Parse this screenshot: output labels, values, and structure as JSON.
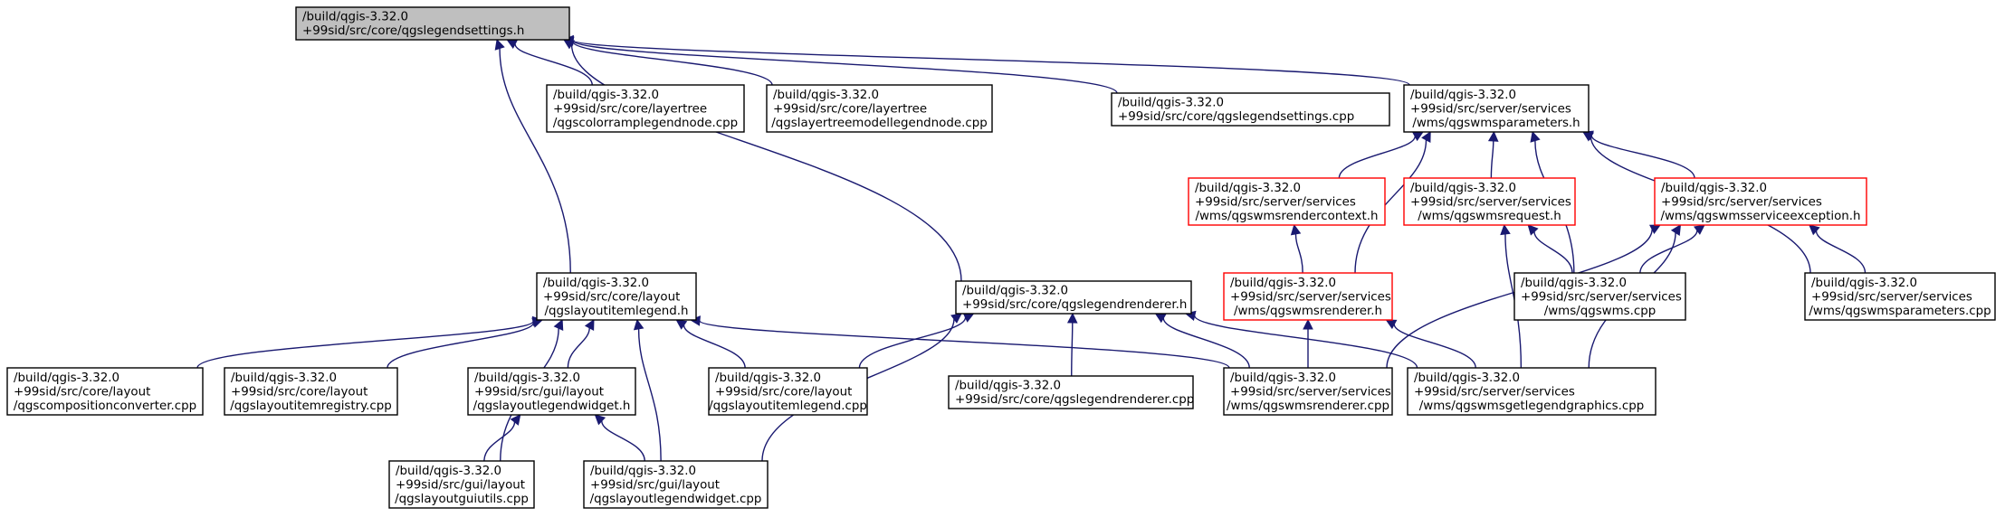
{
  "colors": {
    "edge": "#191970",
    "root_fill": "#bfbfbf",
    "red_border": "#ff0000",
    "default_border": "#000000"
  },
  "nodes": [
    {
      "id": "root",
      "lines": [
        "/build/qgis-3.32.0",
        "+99sid/src/core/qgslegendsettings.h"
      ],
      "style": "root"
    },
    {
      "id": "colorramp",
      "lines": [
        "/build/qgis-3.32.0",
        "+99sid/src/core/layertree",
        "/qgscolorramplegendnode.cpp"
      ],
      "style": "normal"
    },
    {
      "id": "layertreemodel",
      "lines": [
        "/build/qgis-3.32.0",
        "+99sid/src/core/layertree",
        "/qgslayertreemodellegendnode.cpp"
      ],
      "style": "normal"
    },
    {
      "id": "legendsettings_cpp",
      "lines": [
        "/build/qgis-3.32.0",
        "+99sid/src/core/qgslegendsettings.cpp"
      ],
      "style": "normal"
    },
    {
      "id": "wmsparameters_h",
      "lines": [
        "/build/qgis-3.32.0",
        "+99sid/src/server/services",
        "/wms/qgswmsparameters.h"
      ],
      "style": "normal"
    },
    {
      "id": "rendercontext_h",
      "lines": [
        "/build/qgis-3.32.0",
        "+99sid/src/server/services",
        "/wms/qgswmsrendercontext.h"
      ],
      "style": "red"
    },
    {
      "id": "wmsrequest_h",
      "lines": [
        "/build/qgis-3.32.0",
        "+99sid/src/server/services",
        "/wms/qgswmsrequest.h"
      ],
      "style": "red"
    },
    {
      "id": "serviceexception_h",
      "lines": [
        "/build/qgis-3.32.0",
        "+99sid/src/server/services",
        "/wms/qgswmsserviceexception.h"
      ],
      "style": "red"
    },
    {
      "id": "layoutitemlegend_h",
      "lines": [
        "/build/qgis-3.32.0",
        "+99sid/src/core/layout",
        "/qgslayoutitemlegend.h"
      ],
      "style": "normal"
    },
    {
      "id": "legendrenderer_h",
      "lines": [
        "/build/qgis-3.32.0",
        "+99sid/src/core/qgslegendrenderer.h"
      ],
      "style": "normal"
    },
    {
      "id": "wmsrenderer_h",
      "lines": [
        "/build/qgis-3.32.0",
        "+99sid/src/server/services",
        "/wms/qgswmsrenderer.h"
      ],
      "style": "red"
    },
    {
      "id": "qgswms_cpp",
      "lines": [
        "/build/qgis-3.32.0",
        "+99sid/src/server/services",
        "/wms/qgswms.cpp"
      ],
      "style": "normal"
    },
    {
      "id": "wmsparameters_cpp",
      "lines": [
        "/build/qgis-3.32.0",
        "+99sid/src/server/services",
        "/wms/qgswmsparameters.cpp"
      ],
      "style": "normal"
    },
    {
      "id": "compositionconverter",
      "lines": [
        "/build/qgis-3.32.0",
        "+99sid/src/core/layout",
        "/qgscompositionconverter.cpp"
      ],
      "style": "normal"
    },
    {
      "id": "layoutitemregistry",
      "lines": [
        "/build/qgis-3.32.0",
        "+99sid/src/core/layout",
        "/qgslayoutitemregistry.cpp"
      ],
      "style": "normal"
    },
    {
      "id": "layoutlegendwidget_h",
      "lines": [
        "/build/qgis-3.32.0",
        "+99sid/src/gui/layout",
        "/qgslayoutlegendwidget.h"
      ],
      "style": "normal"
    },
    {
      "id": "layoutitemlegend_cpp",
      "lines": [
        "/build/qgis-3.32.0",
        "+99sid/src/core/layout",
        "/qgslayoutitemlegend.cpp"
      ],
      "style": "normal"
    },
    {
      "id": "legendrenderer_cpp",
      "lines": [
        "/build/qgis-3.32.0",
        "+99sid/src/core/qgslegendrenderer.cpp"
      ],
      "style": "normal"
    },
    {
      "id": "wmsrenderer_cpp",
      "lines": [
        "/build/qgis-3.32.0",
        "+99sid/src/server/services",
        "/wms/qgswmsrenderer.cpp"
      ],
      "style": "normal"
    },
    {
      "id": "getlegendgraphics",
      "lines": [
        "/build/qgis-3.32.0",
        "+99sid/src/server/services",
        "/wms/qgswmsgetlegendgraphics.cpp"
      ],
      "style": "normal"
    },
    {
      "id": "layoutguiutils",
      "lines": [
        "/build/qgis-3.32.0",
        "+99sid/src/gui/layout",
        "/qgslayoutguiutils.cpp"
      ],
      "style": "normal"
    },
    {
      "id": "layoutlegendwidget_cpp",
      "lines": [
        "/build/qgis-3.32.0",
        "+99sid/src/gui/layout",
        "/qgslayoutlegendwidget.cpp"
      ],
      "style": "normal"
    }
  ],
  "edges": [
    {
      "from": "colorramp",
      "to": "root"
    },
    {
      "from": "layertreemodel",
      "to": "root"
    },
    {
      "from": "legendsettings_cpp",
      "to": "root"
    },
    {
      "from": "wmsparameters_h",
      "to": "root"
    },
    {
      "from": "layoutitemlegend_h",
      "to": "root"
    },
    {
      "from": "legendrenderer_h",
      "to": "root"
    },
    {
      "from": "rendercontext_h",
      "to": "wmsparameters_h"
    },
    {
      "from": "wmsrequest_h",
      "to": "wmsparameters_h"
    },
    {
      "from": "serviceexception_h",
      "to": "wmsparameters_h"
    },
    {
      "from": "wmsrenderer_h",
      "to": "wmsparameters_h"
    },
    {
      "from": "qgswms_cpp",
      "to": "wmsparameters_h"
    },
    {
      "from": "wmsparameters_cpp",
      "to": "wmsparameters_h"
    },
    {
      "from": "wmsrenderer_h",
      "to": "rendercontext_h"
    },
    {
      "from": "qgswms_cpp",
      "to": "wmsrequest_h"
    },
    {
      "from": "getlegendgraphics",
      "to": "wmsrequest_h"
    },
    {
      "from": "qgswms_cpp",
      "to": "serviceexception_h"
    },
    {
      "from": "wmsparameters_cpp",
      "to": "serviceexception_h"
    },
    {
      "from": "wmsrenderer_cpp",
      "to": "serviceexception_h"
    },
    {
      "from": "getlegendgraphics",
      "to": "serviceexception_h"
    },
    {
      "from": "wmsrenderer_cpp",
      "to": "wmsrenderer_h"
    },
    {
      "from": "getlegendgraphics",
      "to": "wmsrenderer_h"
    },
    {
      "from": "compositionconverter",
      "to": "layoutitemlegend_h"
    },
    {
      "from": "layoutitemregistry",
      "to": "layoutitemlegend_h"
    },
    {
      "from": "layoutlegendwidget_h",
      "to": "layoutitemlegend_h"
    },
    {
      "from": "layoutitemlegend_cpp",
      "to": "layoutitemlegend_h"
    },
    {
      "from": "wmsrenderer_cpp",
      "to": "layoutitemlegend_h"
    },
    {
      "from": "layoutguiutils",
      "to": "layoutitemlegend_h"
    },
    {
      "from": "layoutlegendwidget_cpp",
      "to": "layoutitemlegend_h"
    },
    {
      "from": "layoutguiutils",
      "to": "layoutlegendwidget_h"
    },
    {
      "from": "layoutlegendwidget_cpp",
      "to": "layoutlegendwidget_h"
    },
    {
      "from": "layoutitemlegend_cpp",
      "to": "legendrenderer_h"
    },
    {
      "from": "legendrenderer_cpp",
      "to": "legendrenderer_h"
    },
    {
      "from": "wmsrenderer_cpp",
      "to": "legendrenderer_h"
    },
    {
      "from": "getlegendgraphics",
      "to": "legendrenderer_h"
    },
    {
      "from": "layoutlegendwidget_cpp",
      "to": "legendrenderer_h"
    }
  ]
}
